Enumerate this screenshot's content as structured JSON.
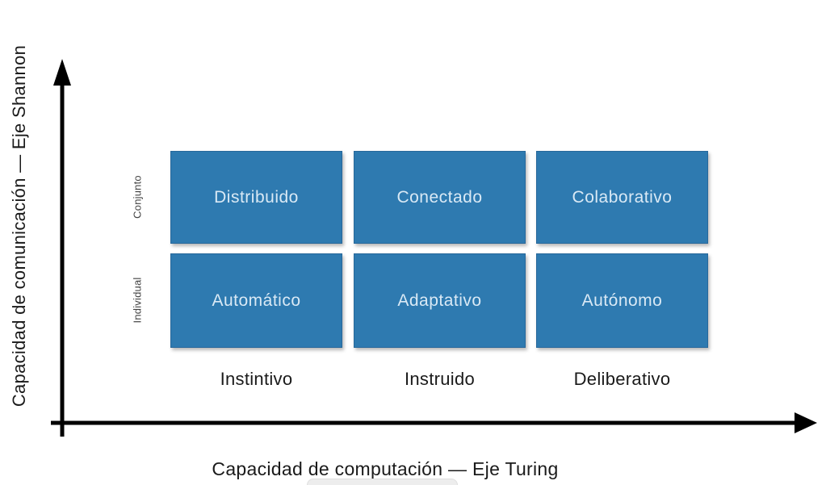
{
  "diagram": {
    "axis_x": {
      "title": "Capacidad de computación — Eje Turing"
    },
    "axis_y": {
      "title": "Capacidad de comunicación — Eje Shannon"
    },
    "columns": [
      "Instintivo",
      "Instruido",
      "Deliberativo"
    ],
    "rows": [
      {
        "label": "Conjunto",
        "cells": [
          "Distribuido",
          "Conectado",
          "Colaborativo"
        ]
      },
      {
        "label": "Individual",
        "cells": [
          "Automático",
          "Adaptativo",
          "Autónomo"
        ]
      }
    ],
    "colors": {
      "box_fill": "#2E7AB0",
      "box_border": "#27689B",
      "box_text": "#D9E9F5",
      "axis": "#000000",
      "row_label": "#444444",
      "text": "#1A1A1A"
    }
  }
}
